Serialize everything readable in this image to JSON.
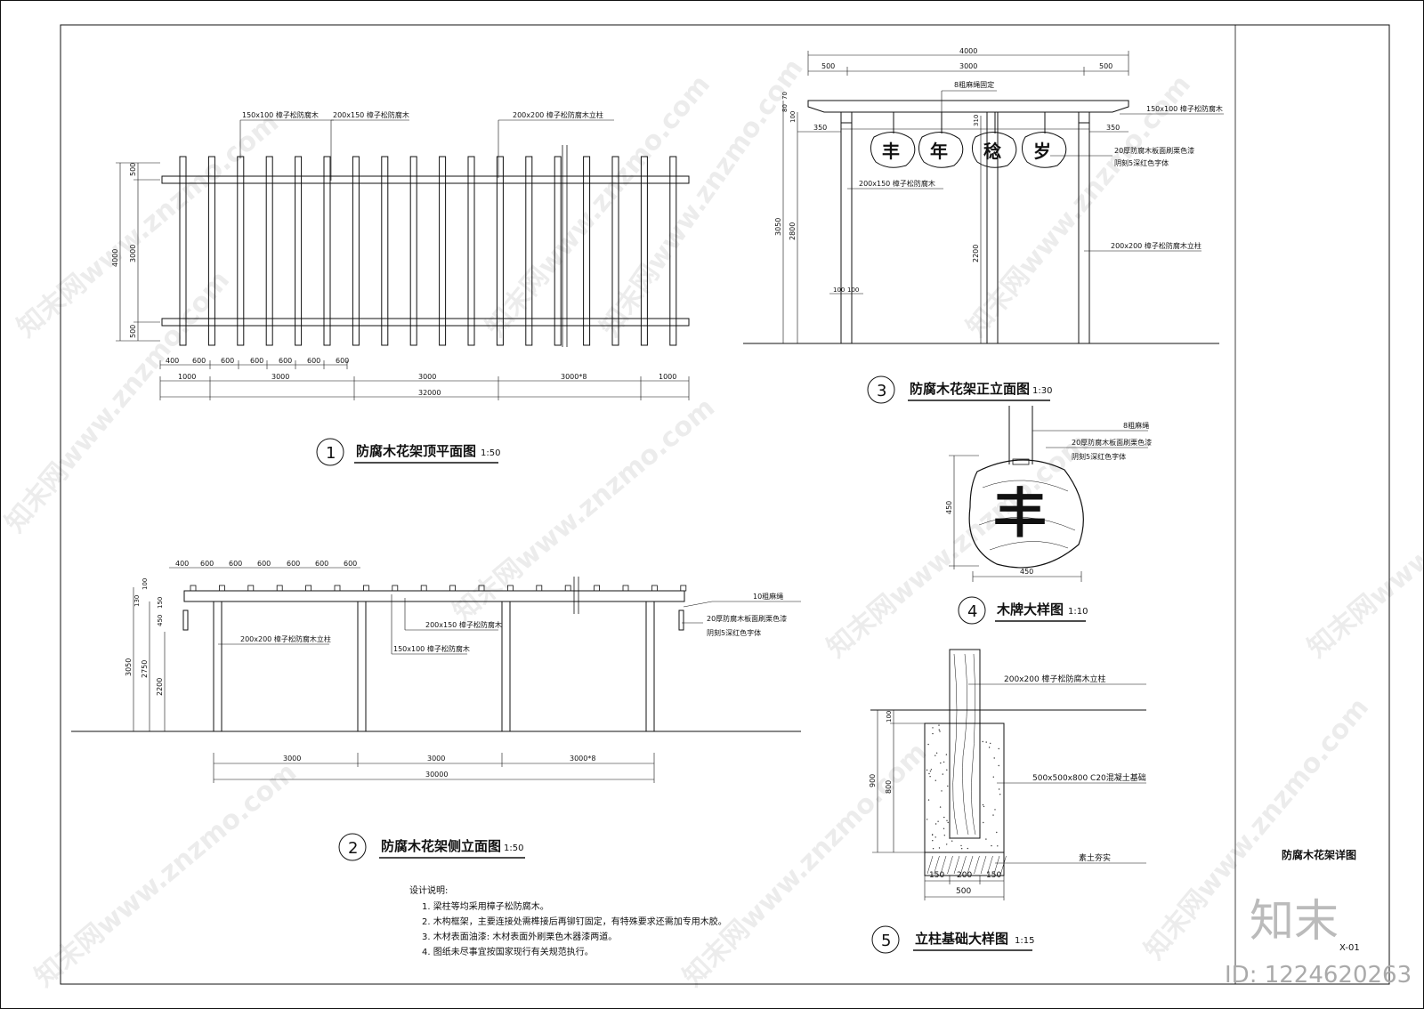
{
  "sheet": {
    "title": "防腐木花架详图",
    "number": "X-01",
    "brand_logo": "知末",
    "id_label": "ID: 1224620263",
    "watermark": "知末网www.znzmo.com"
  },
  "views": [
    {
      "no": "1",
      "title": "防腐木花架顶平面图",
      "scale": "1:50"
    },
    {
      "no": "2",
      "title": "防腐木花架侧立面图",
      "scale": "1:50"
    },
    {
      "no": "3",
      "title": "防腐木花架正立面图",
      "scale": "1:30"
    },
    {
      "no": "4",
      "title": "木牌大样图",
      "scale": "1:10"
    },
    {
      "no": "5",
      "title": "立柱基础大样图",
      "scale": "1:15"
    }
  ],
  "plan": {
    "labels": [
      "150x100 樟子松防腐木",
      "200x150 樟子松防腐木",
      "200x200 樟子松防腐木立柱"
    ],
    "dims_top_row": [
      "400",
      "600",
      "600",
      "600",
      "600",
      "600",
      "600"
    ],
    "dims_mid_row": [
      "1000",
      "3000",
      "3000",
      "3000*8",
      "1000"
    ],
    "dim_total": "32000",
    "dims_left": [
      "4000",
      "500",
      "3000",
      "500"
    ]
  },
  "side": {
    "dims_top": [
      "400",
      "600",
      "600",
      "600",
      "600",
      "600",
      "600"
    ],
    "dims_left": [
      "3050",
      "2750",
      "2200",
      "100",
      "130",
      "450",
      "150"
    ],
    "labels": [
      "10粗麻绳",
      "20厚防腐木板面刷栗色漆",
      "阴刻5深红色字体",
      "200x200 樟子松防腐木立柱",
      "200x150 樟子松防腐木",
      "150x100 樟子松防腐木"
    ],
    "dims_bottom": [
      "3000",
      "3000",
      "3000*8"
    ],
    "dim_total": "30000"
  },
  "front": {
    "dims_top": [
      "4000",
      "500",
      "3000",
      "500"
    ],
    "dims_left": [
      "3050",
      "2800",
      "80",
      "70",
      "100",
      "350",
      "100",
      "100"
    ],
    "dim_inner": [
      "310",
      "2200"
    ],
    "dim_right": "350",
    "labels": [
      "8粗麻绳固定",
      "150x100 樟子松防腐木",
      "20厚防腐木板面刷栗色漆",
      "阴刻5深红色字体",
      "200x150 樟子松防腐木",
      "200x200 樟子松防腐木立柱"
    ],
    "chars": [
      "丰",
      "年",
      "稔",
      "岁"
    ]
  },
  "sign": {
    "char": "丰",
    "labels": [
      "8粗麻绳",
      "20厚防腐木板面刷栗色漆",
      "阴刻5深红色字体"
    ],
    "dim_h": "450",
    "dim_w": "450"
  },
  "footing": {
    "labels": [
      "200x200 樟子松防腐木立柱",
      "500x500x800 C20混凝土基础",
      "素土夯实"
    ],
    "dims_left": [
      "900",
      "100",
      "800"
    ],
    "dims_bottom": [
      "150",
      "200",
      "150"
    ],
    "dim_total": "500"
  },
  "notes": {
    "heading": "设计说明:",
    "items": [
      "1. 梁柱等均采用樟子松防腐木。",
      "2. 木构框架，主要连接处需榫接后再铆钉固定，有特殊要求还需加专用木胶。",
      "3. 木材表面油漆: 木材表面外刷栗色木器漆两道。",
      "4. 图纸未尽事宜按国家现行有关规范执行。"
    ]
  }
}
